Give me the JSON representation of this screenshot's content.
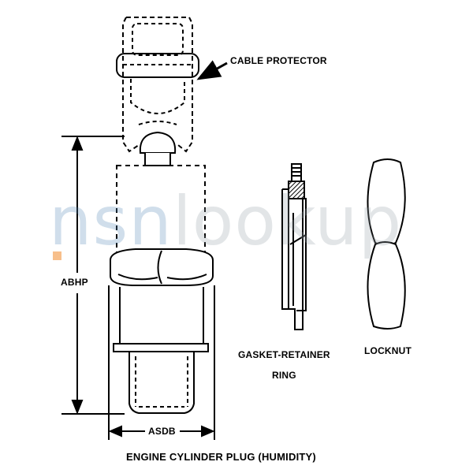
{
  "labels": {
    "cable_protector": "CABLE PROTECTOR",
    "gasket_retainer_line1": "GASKET-RETAINER",
    "gasket_retainer_line2": "RING",
    "locknut": "LOCKNUT",
    "abhp": "ABHP",
    "asdb": "ASDB",
    "caption": "ENGINE CYLINDER PLUG (HUMIDITY)"
  },
  "watermark": {
    "part1": "nsn",
    "part2": "lookup",
    "colors": {
      "part1": "#5b8db8",
      "part2": "#9aa5ad",
      "dot": "#f08a2c"
    }
  },
  "colors": {
    "line": "#000000",
    "background": "#ffffff"
  }
}
